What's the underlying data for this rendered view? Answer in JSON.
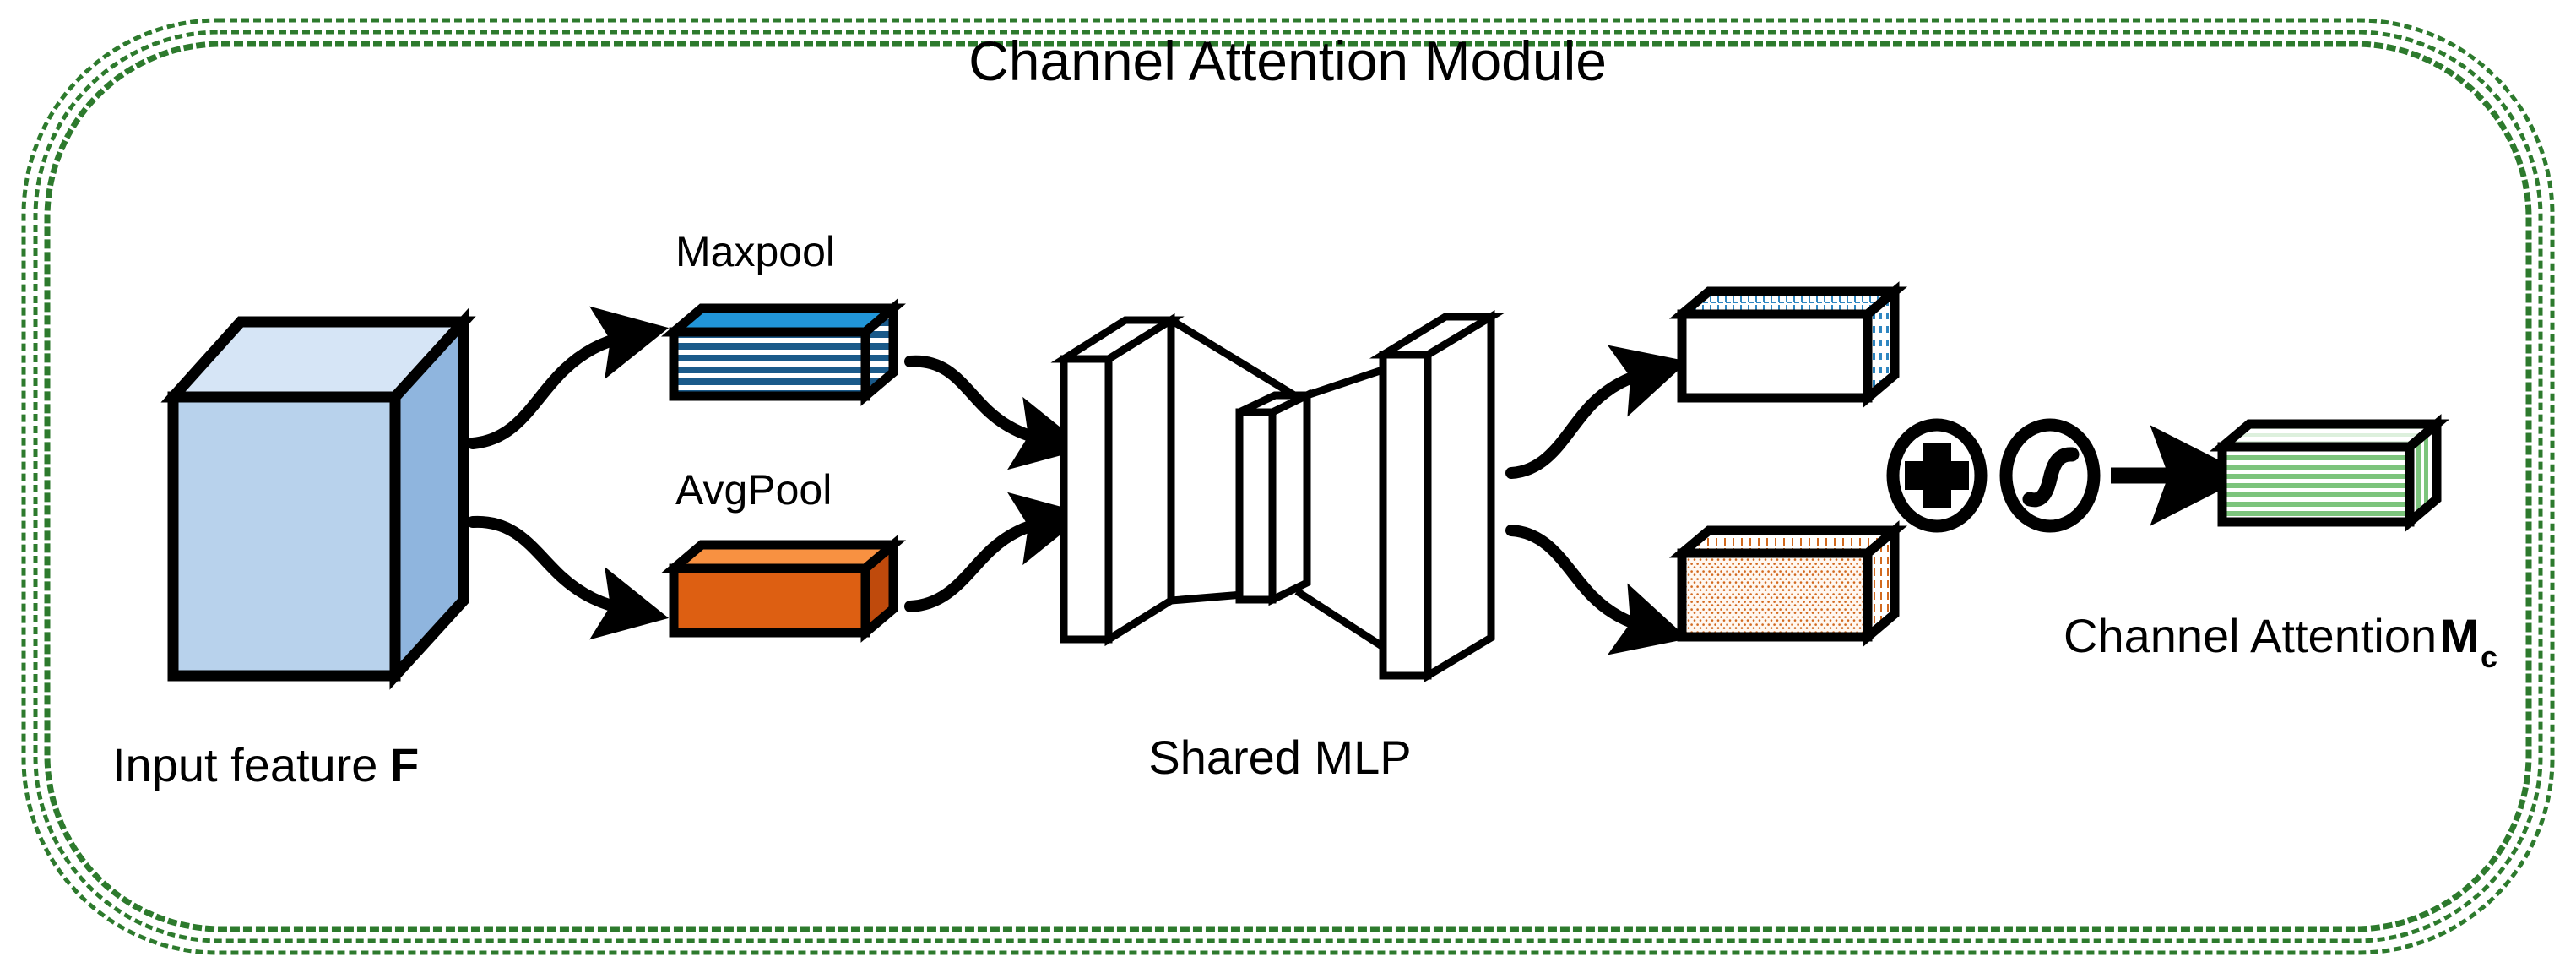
{
  "figure": {
    "title": "Channel Attention Module",
    "border_color": "#2D7A2D",
    "background": "#ffffff"
  },
  "labels": {
    "input_feature": "Input feature",
    "input_feature_symbol": "F",
    "maxpool": "Maxpool",
    "avgpool": "AvgPool",
    "shared_mlp": "Shared MLP",
    "channel_attention": "Channel Attention",
    "channel_attention_symbol": "M",
    "channel_attention_subscript": "c"
  },
  "operators": {
    "add": "+",
    "sigmoid": "sigmoid-curve"
  },
  "blocks": {
    "input_cube": {
      "name": "Input feature F",
      "front_color": "#B8D2EC",
      "top_color": "#D6E5F6",
      "side_color": "#8FB5DE",
      "stroke": "#000000"
    },
    "maxpool_block": {
      "name": "Maxpool",
      "front_pattern": "horizontal-stripes",
      "stripe_color": "#1A5A8A",
      "top_color": "#2196D9",
      "base_color": "#ffffff"
    },
    "avgpool_block": {
      "name": "AvgPool",
      "front_color": "#DD5F12",
      "top_color": "#F89141",
      "side_color": "#BF4A0C"
    },
    "mlp_out_top": {
      "name": "MLP output (max branch)",
      "front_color": "#ffffff",
      "top_pattern": "blue-hatch",
      "hatch_color": "#2E86C1"
    },
    "mlp_out_bottom": {
      "name": "MLP output (avg branch)",
      "front_pattern": "orange-stipple",
      "stipple_color": "#D2691E",
      "base_color": "#ffffff"
    },
    "output_block": {
      "name": "Channel Attention Mc",
      "front_pattern": "green-stripes",
      "stripe_color": "#7CC47C",
      "top_color": "#DDF0DD",
      "base_color": "#ffffff"
    },
    "shared_mlp": {
      "name": "Shared MLP",
      "shape": "hourglass-3d-slabs",
      "fill": "#ffffff",
      "stroke": "#000000"
    }
  },
  "arrows": {
    "cube_to_maxpool": "curved-arrow",
    "cube_to_avgpool": "curved-arrow",
    "maxpool_to_mlp": "curved-arrow",
    "avgpool_to_mlp": "curved-arrow",
    "mlp_to_out_top": "curved-arrow",
    "mlp_to_out_bottom": "curved-arrow",
    "sigmoid_to_output": "straight-arrow"
  }
}
